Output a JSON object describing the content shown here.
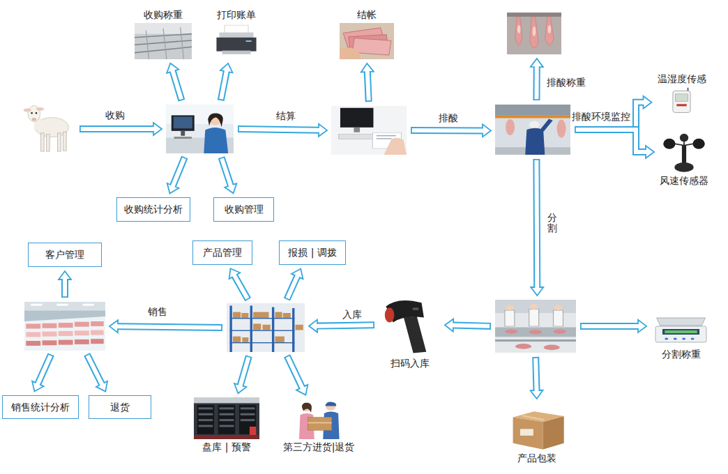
{
  "diagram": {
    "nodes": [
      {
        "text": []
      },
      {
        "text": []
      },
      {
        "text": [
          "收购称重"
        ]
      },
      {
        "text": [
          "打印账单"
        ]
      },
      {
        "text": [
          "收购统计分析"
        ]
      },
      {
        "text": [
          "收购管理"
        ]
      },
      {
        "text": []
      },
      {
        "text": [
          "结帐"
        ]
      },
      {
        "text": []
      },
      {
        "text": []
      },
      {
        "text": [
          "温湿度传感"
        ]
      },
      {
        "text": [
          "风速传感器"
        ]
      },
      {
        "text": []
      },
      {
        "text": [
          "分割称重"
        ]
      },
      {
        "text": [
          "产品包装"
        ]
      },
      {
        "text": [
          "扫码入库"
        ]
      },
      {
        "text": []
      },
      {
        "text": [
          "产品管理"
        ]
      },
      {
        "text": [
          "报损 | 调拨"
        ]
      },
      {
        "text": [
          "盘库 | 预警"
        ]
      },
      {
        "text": [
          "第三方进货|退货"
        ]
      },
      {
        "text": []
      },
      {
        "text": [
          "客户管理"
        ]
      },
      {
        "text": [
          "销售统计分析"
        ]
      },
      {
        "text": [
          "退货"
        ]
      }
    ],
    "edges": [
      {
        "from": 0,
        "to": 1,
        "label": "收购",
        "arrow": "to"
      },
      {
        "from": 1,
        "to": 2,
        "arrow": "to"
      },
      {
        "from": 1,
        "to": 3,
        "arrow": "to"
      },
      {
        "from": 1,
        "to": 4,
        "arrow": "to"
      },
      {
        "from": 1,
        "to": 5,
        "arrow": "to"
      },
      {
        "from": 1,
        "to": 6,
        "label": "结算",
        "arrow": "to"
      },
      {
        "from": 6,
        "to": 7,
        "arrow": "to"
      },
      {
        "from": 6,
        "to": 8,
        "label": "排酸",
        "arrow": "to"
      },
      {
        "from": 8,
        "to": 9,
        "label": "排酸称重",
        "arrow": "to"
      },
      {
        "from": 8,
        "to": 10,
        "label": "排酸环境监控",
        "arrow": "to"
      },
      {
        "from": 8,
        "to": 11,
        "arrow": "to"
      },
      {
        "from": 8,
        "to": 12,
        "label": "分割",
        "arrow": "to"
      },
      {
        "from": 12,
        "to": 13,
        "arrow": "to"
      },
      {
        "from": 12,
        "to": 14,
        "arrow": "to"
      },
      {
        "from": 12,
        "to": 15,
        "arrow": "to"
      },
      {
        "from": 15,
        "to": 16,
        "label": "入库",
        "arrow": "to"
      },
      {
        "from": 16,
        "to": 17,
        "arrow": "to"
      },
      {
        "from": 16,
        "to": 18,
        "arrow": "to"
      },
      {
        "from": 16,
        "to": 19,
        "arrow": "to"
      },
      {
        "from": 16,
        "to": 20,
        "arrow": "to"
      },
      {
        "from": 16,
        "to": 21,
        "label": "销售",
        "arrow": "to"
      },
      {
        "from": 21,
        "to": 22,
        "arrow": "to"
      },
      {
        "from": 21,
        "to": 23,
        "arrow": "to"
      },
      {
        "from": 21,
        "to": 24,
        "arrow": "to"
      }
    ]
  }
}
